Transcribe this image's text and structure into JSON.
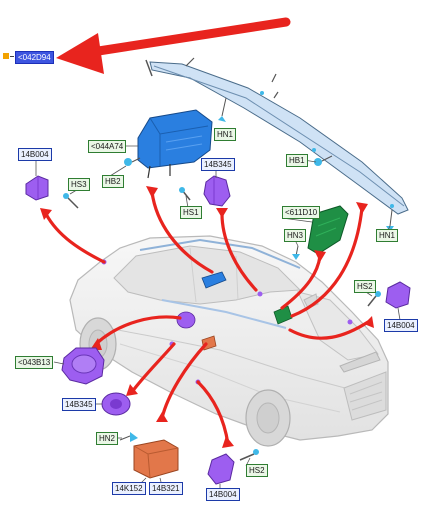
{
  "colors": {
    "arrow": "#e8241e",
    "blue_part": "#2a7fe0",
    "purple_part": "#9d5ef0",
    "green_part": "#1f8f45",
    "orange_part": "#e2774a",
    "teal_clip": "#3fb8e8",
    "car_body": "#eeeeee",
    "car_line": "#b9b9b9"
  },
  "callouts": {
    "sel": "<042D94",
    "c044a74": "<044A74",
    "hn1_top": "HN1",
    "b14b004_left": "14B004",
    "hs3": "HS3",
    "hb2": "HB2",
    "hs1": "HS1",
    "b14b345_top": "14B345",
    "hb1": "HB1",
    "c611d10": "<611D10",
    "hn3": "HN3",
    "hn1_right": "HN1",
    "hs2_right": "HS2",
    "b14b004_right": "14B004",
    "c043b13": "<043B13",
    "b14b345_bottom": "14B345",
    "hn2": "HN2",
    "b14k152": "14K152",
    "b14b321": "14B321",
    "hs2_bottom": "HS2",
    "b14b004_bottom": "14B004"
  }
}
